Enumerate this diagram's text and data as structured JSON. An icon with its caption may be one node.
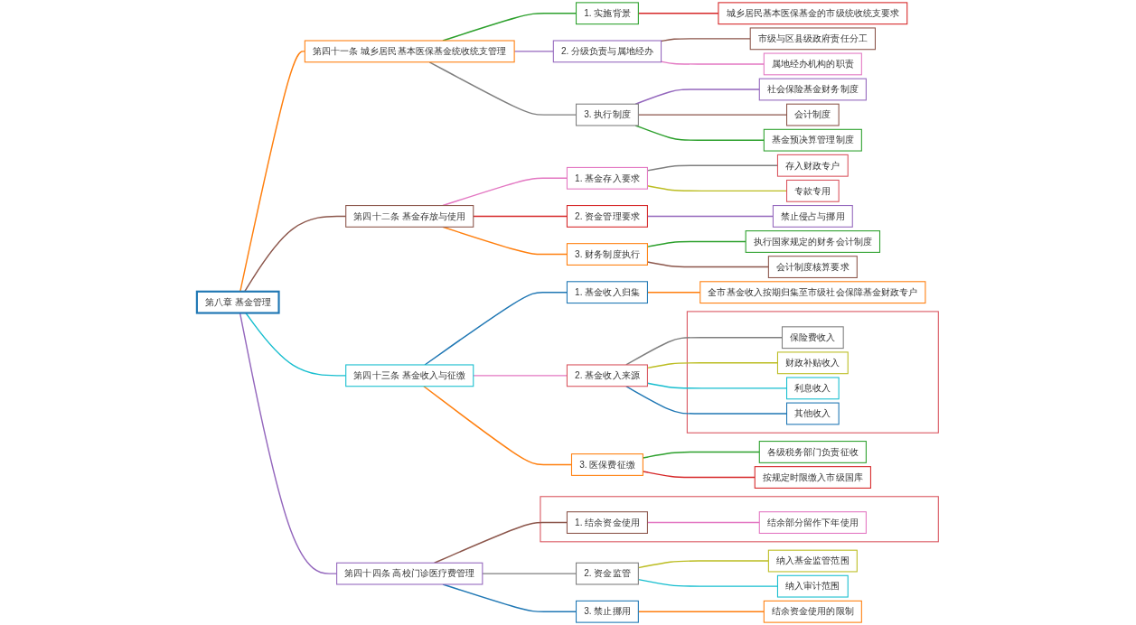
{
  "diagram": {
    "nodes": [
      {
        "text": [
          "第八章 基金管理"
        ]
      },
      {
        "text": [
          "第四十一条 城乡居民基本医保基金统收统支管理"
        ]
      },
      {
        "text": [
          "1. 实施背景"
        ]
      },
      {
        "text": [
          "城乡居民基本医保基金的市级统收统支要求"
        ]
      },
      {
        "text": [
          "2. 分级负责与属地经办"
        ]
      },
      {
        "text": [
          "市级与区县级政府责任分工"
        ]
      },
      {
        "text": [
          "属地经办机构的职责"
        ]
      },
      {
        "text": [
          "3. 执行制度"
        ]
      },
      {
        "text": [
          "社会保险基金财务制度"
        ]
      },
      {
        "text": [
          "会计制度"
        ]
      },
      {
        "text": [
          "基金预决算管理制度"
        ]
      },
      {
        "text": [
          "第四十二条 基金存放与使用"
        ]
      },
      {
        "text": [
          "1. 基金存入要求"
        ]
      },
      {
        "text": [
          "存入财政专户"
        ]
      },
      {
        "text": [
          "专款专用"
        ]
      },
      {
        "text": [
          "2. 资金管理要求"
        ]
      },
      {
        "text": [
          "禁止侵占与挪用"
        ]
      },
      {
        "text": [
          "3. 财务制度执行"
        ]
      },
      {
        "text": [
          "执行国家规定的财务会计制度"
        ]
      },
      {
        "text": [
          "会计制度核算要求"
        ]
      },
      {
        "text": [
          "第四十三条 基金收入与征缴"
        ]
      },
      {
        "text": [
          "1. 基金收入归集"
        ]
      },
      {
        "text": [
          "全市基金收入按期归集至市级社会保障基金财政专户"
        ]
      },
      {
        "text": [
          "2. 基金收入来源"
        ]
      },
      {
        "text": [],
        "shape": "box"
      },
      {
        "text": [
          "保险费收入"
        ],
        "in": 24
      },
      {
        "text": [
          "财政补贴收入"
        ],
        "in": 24
      },
      {
        "text": [
          "利息收入"
        ],
        "in": 24
      },
      {
        "text": [
          "其他收入"
        ],
        "in": 24
      },
      {
        "text": [
          "3. 医保费征缴"
        ]
      },
      {
        "text": [
          "各级税务部门负责征收"
        ]
      },
      {
        "text": [
          "按规定时限缴入市级国库"
        ]
      },
      {
        "text": [
          "第四十四条 高校门诊医疗费管理"
        ]
      },
      {
        "text": [],
        "shape": "box"
      },
      {
        "text": [
          "1. 结余资金使用"
        ],
        "in": 33
      },
      {
        "text": [
          "结余部分留作下年使用"
        ],
        "in": 33
      },
      {
        "text": [
          "2. 资金监管"
        ]
      },
      {
        "text": [
          "纳入基金监管范围"
        ]
      },
      {
        "text": [
          "纳入审计范围"
        ]
      },
      {
        "text": [
          "3. 禁止挪用"
        ]
      },
      {
        "text": [
          "结余资金使用的限制"
        ]
      }
    ],
    "edges": [
      {
        "from": 0,
        "to": 1,
        "arrow": "none",
        "color": "#ff7f0e"
      },
      {
        "from": 1,
        "to": 2,
        "arrow": "none",
        "color": "#2ca02c"
      },
      {
        "from": 2,
        "to": 3,
        "arrow": "none",
        "color": "#d62728"
      },
      {
        "from": 1,
        "to": 4,
        "arrow": "none",
        "color": "#9467bd"
      },
      {
        "from": 4,
        "to": 5,
        "arrow": "none",
        "color": "#8c564b"
      },
      {
        "from": 4,
        "to": 6,
        "arrow": "none",
        "color": "#e377c2"
      },
      {
        "from": 1,
        "to": 7,
        "arrow": "none",
        "color": "#7f7f7f"
      },
      {
        "from": 7,
        "to": 8,
        "arrow": "none",
        "color": "#9467bd"
      },
      {
        "from": 7,
        "to": 9,
        "arrow": "none",
        "color": "#8c564b"
      },
      {
        "from": 7,
        "to": 10,
        "arrow": "none",
        "color": "#2ca02c"
      },
      {
        "from": 0,
        "to": 11,
        "arrow": "none",
        "color": "#8c564b"
      },
      {
        "from": 11,
        "to": 12,
        "arrow": "none",
        "color": "#e377c2"
      },
      {
        "from": 12,
        "to": 13,
        "arrow": "none",
        "color": "#7f7f7f"
      },
      {
        "from": 12,
        "to": 14,
        "arrow": "none",
        "color": "#bcbd22"
      },
      {
        "from": 11,
        "to": 15,
        "arrow": "none",
        "color": "#d62728"
      },
      {
        "from": 15,
        "to": 16,
        "arrow": "none",
        "color": "#9467bd"
      },
      {
        "from": 11,
        "to": 17,
        "arrow": "none",
        "color": "#ff7f0e"
      },
      {
        "from": 17,
        "to": 18,
        "arrow": "none",
        "color": "#2ca02c"
      },
      {
        "from": 17,
        "to": 19,
        "arrow": "none",
        "color": "#8c564b"
      },
      {
        "from": 0,
        "to": 20,
        "arrow": "none",
        "color": "#17becf"
      },
      {
        "from": 20,
        "to": 21,
        "arrow": "none",
        "color": "#1f77b4"
      },
      {
        "from": 21,
        "to": 22,
        "arrow": "none",
        "color": "#ff7f0e"
      },
      {
        "from": 20,
        "to": 23,
        "arrow": "none",
        "color": "#e377c2"
      },
      {
        "from": 23,
        "to": 25,
        "arrow": "none",
        "color": "#7f7f7f"
      },
      {
        "from": 23,
        "to": 26,
        "arrow": "none",
        "color": "#bcbd22"
      },
      {
        "from": 23,
        "to": 27,
        "arrow": "none",
        "color": "#17becf"
      },
      {
        "from": 23,
        "to": 28,
        "arrow": "none",
        "color": "#1f77b4"
      },
      {
        "from": 20,
        "to": 29,
        "arrow": "none",
        "color": "#ff7f0e"
      },
      {
        "from": 29,
        "to": 30,
        "arrow": "none",
        "color": "#2ca02c"
      },
      {
        "from": 29,
        "to": 31,
        "arrow": "none",
        "color": "#d62728"
      },
      {
        "from": 0,
        "to": 32,
        "arrow": "none",
        "color": "#9467bd"
      },
      {
        "from": 32,
        "to": 34,
        "arrow": "none",
        "color": "#8c564b"
      },
      {
        "from": 34,
        "to": 35,
        "arrow": "none",
        "color": "#e377c2"
      },
      {
        "from": 32,
        "to": 36,
        "arrow": "none",
        "color": "#7f7f7f"
      },
      {
        "from": 36,
        "to": 37,
        "arrow": "none",
        "color": "#bcbd22"
      },
      {
        "from": 36,
        "to": 38,
        "arrow": "none",
        "color": "#17becf"
      },
      {
        "from": 32,
        "to": 39,
        "arrow": "none",
        "color": "#1f77b4"
      },
      {
        "from": 39,
        "to": 40,
        "arrow": "none",
        "color": "#ff7f0e"
      }
    ]
  }
}
